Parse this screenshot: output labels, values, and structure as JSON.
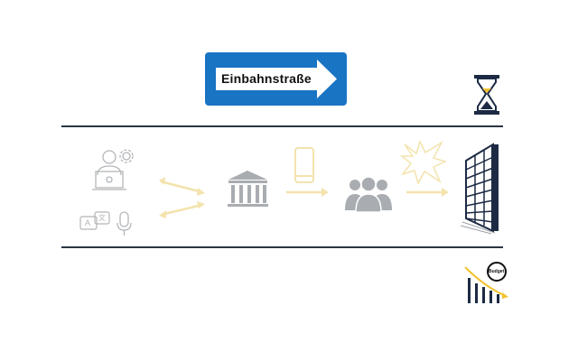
{
  "sign": {
    "label": "Einbahnstraße"
  },
  "budget": {
    "label": "Budget"
  },
  "translate_icon": {
    "left_glyph": "A",
    "right_glyph": "文"
  },
  "colors": {
    "sign_blue": "#1a74c4",
    "navy": "#1c2a44",
    "pale_yellow": "#f3e3ad",
    "gray_icon": "#a9acb0",
    "accent_yellow": "#f2c230"
  }
}
